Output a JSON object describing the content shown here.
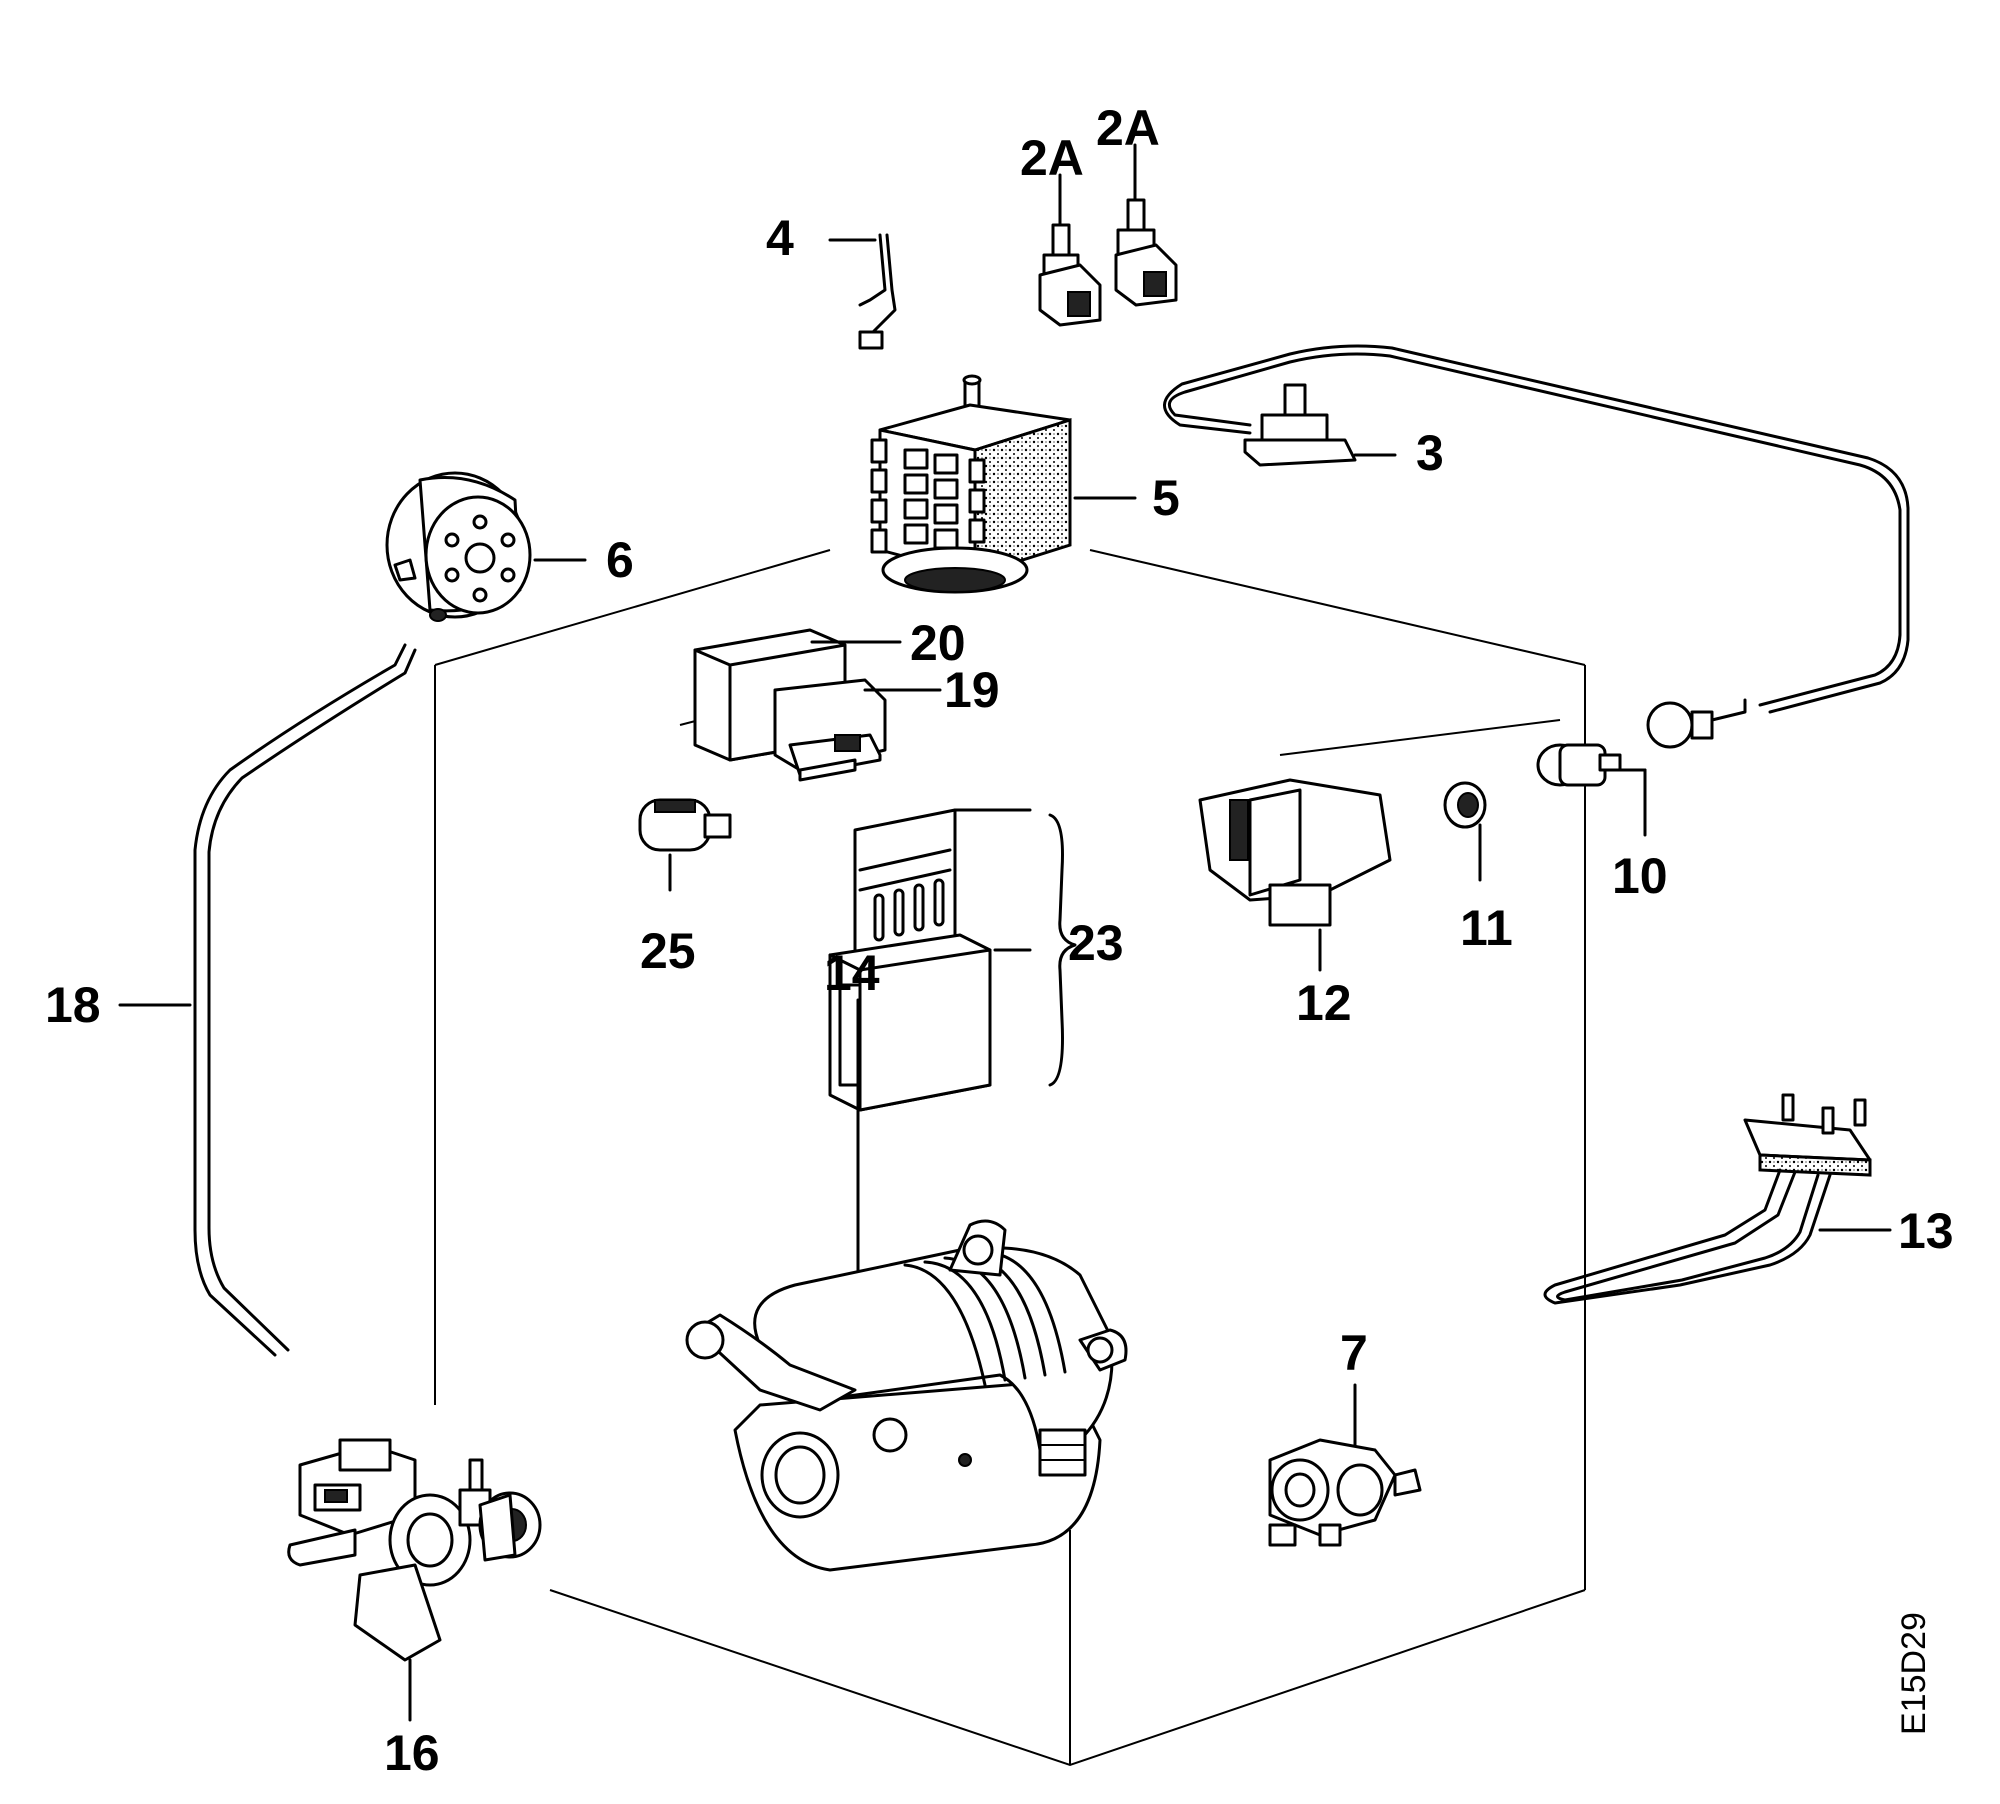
{
  "diagram": {
    "drawing_code": "E15D29",
    "part_labels": {
      "p2a_left": "2A",
      "p2a_right": "2A",
      "p4": "4",
      "p3": "3",
      "p5": "5",
      "p6": "6",
      "p20": "20",
      "p19": "19",
      "p25": "25",
      "p23": "23",
      "p12": "12",
      "p11": "11",
      "p10": "10",
      "p18": "18",
      "p14": "14",
      "p13": "13",
      "p7": "7",
      "p16": "16"
    }
  }
}
